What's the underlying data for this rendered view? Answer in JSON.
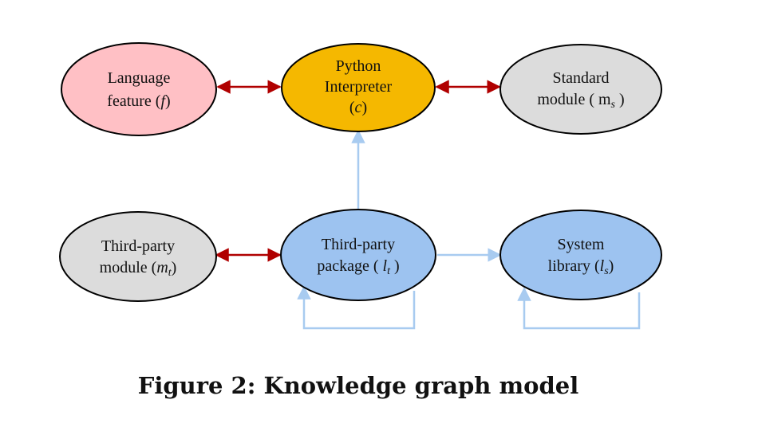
{
  "nodes": {
    "language_feature": {
      "line1": "Language",
      "line2_prefix": "feature (",
      "line2_var": "f",
      "line2_suffix": ")",
      "fill": "#FFC0C5"
    },
    "python_interpreter": {
      "line1": "Python",
      "line2": "Interpreter",
      "line3_prefix": "(",
      "line3_var": "c",
      "line3_suffix": ")",
      "fill": "#F5B800"
    },
    "standard_module": {
      "line1": "Standard",
      "line2_prefix": "module ( m",
      "line2_sub": "s",
      "line2_suffix": " )",
      "fill": "#DCDCDC"
    },
    "third_party_module": {
      "line1": "Third-party",
      "line2_prefix": "module (",
      "line2_var": "m",
      "line2_sub": "t",
      "line2_suffix": ")",
      "fill": "#DCDCDC"
    },
    "third_party_package": {
      "line1": "Third-party",
      "line2_prefix": "package ( ",
      "line2_var": "l",
      "line2_sub": "t",
      "line2_suffix": " )",
      "fill": "#9DC3F0"
    },
    "system_library": {
      "line1": "System",
      "line2_prefix": "library (",
      "line2_var": "l",
      "line2_sub": "s",
      "line2_suffix": ")",
      "fill": "#9DC3F0"
    }
  },
  "colors": {
    "bidirectional_edge": "#B00000",
    "dependency_edge": "#A8CBF0",
    "outline": "#000000"
  },
  "caption": "Figure 2: Knowledge graph model"
}
